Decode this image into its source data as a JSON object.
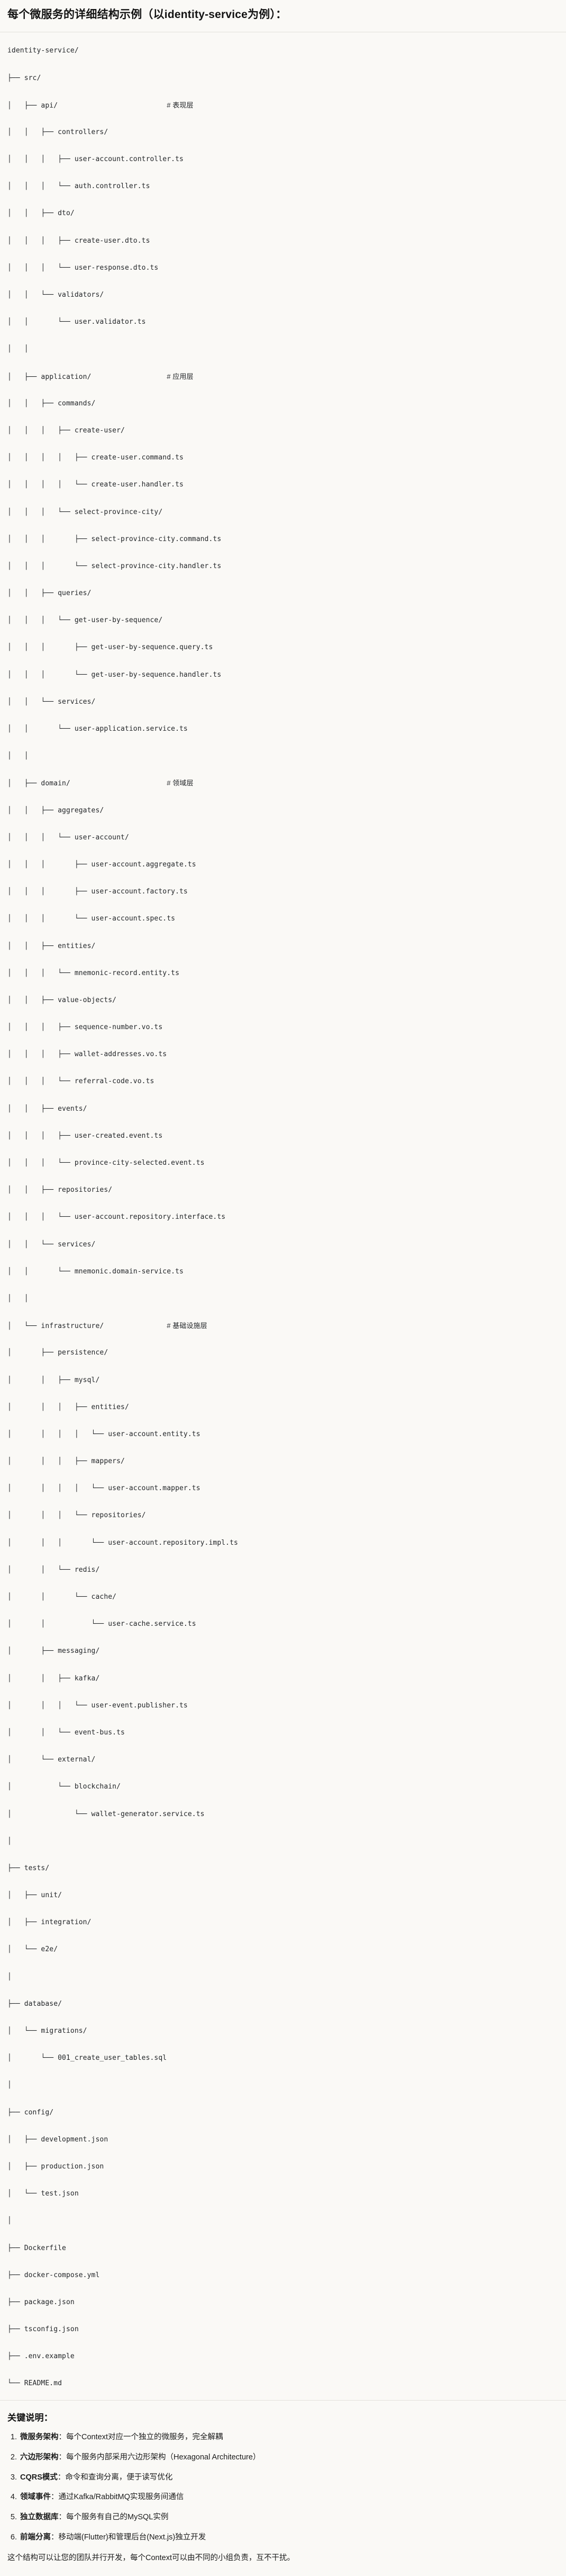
{
  "document": {
    "title": "每个微服务的详细结构示例（以identity-service为例）：",
    "root": "identity-service/"
  },
  "tree": {
    "lines": [
      "identity-service/",
      "├── src/",
      "│   ├── api/                          # 表现层",
      "│   │   ├── controllers/",
      "│   │   │   ├── user-account.controller.ts",
      "│   │   │   └── auth.controller.ts",
      "│   │   ├── dto/",
      "│   │   │   ├── create-user.dto.ts",
      "│   │   │   └── user-response.dto.ts",
      "│   │   └── validators/",
      "│   │       └── user.validator.ts",
      "│   │",
      "│   ├── application/                  # 应用层",
      "│   │   ├── commands/",
      "│   │   │   ├── create-user/",
      "│   │   │   │   ├── create-user.command.ts",
      "│   │   │   │   └── create-user.handler.ts",
      "│   │   │   └── select-province-city/",
      "│   │   │       ├── select-province-city.command.ts",
      "│   │   │       └── select-province-city.handler.ts",
      "│   │   ├── queries/",
      "│   │   │   └── get-user-by-sequence/",
      "│   │   │       ├── get-user-by-sequence.query.ts",
      "│   │   │       └── get-user-by-sequence.handler.ts",
      "│   │   └── services/",
      "│   │       └── user-application.service.ts",
      "│   │",
      "│   ├── domain/                       # 领域层",
      "│   │   ├── aggregates/",
      "│   │   │   └── user-account/",
      "│   │   │       ├── user-account.aggregate.ts",
      "│   │   │       ├── user-account.factory.ts",
      "│   │   │       └── user-account.spec.ts",
      "│   │   ├── entities/",
      "│   │   │   └── mnemonic-record.entity.ts",
      "│   │   ├── value-objects/",
      "│   │   │   ├── sequence-number.vo.ts",
      "│   │   │   ├── wallet-addresses.vo.ts",
      "│   │   │   └── referral-code.vo.ts",
      "│   │   ├── events/",
      "│   │   │   ├── user-created.event.ts",
      "│   │   │   └── province-city-selected.event.ts",
      "│   │   ├── repositories/",
      "│   │   │   └── user-account.repository.interface.ts",
      "│   │   └── services/",
      "│   │       └── mnemonic.domain-service.ts",
      "│   │",
      "│   └── infrastructure/               # 基础设施层",
      "│       ├── persistence/",
      "│       │   ├── mysql/",
      "│       │   │   ├── entities/",
      "│       │   │   │   └── user-account.entity.ts",
      "│       │   │   ├── mappers/",
      "│       │   │   │   └── user-account.mapper.ts",
      "│       │   │   └── repositories/",
      "│       │   │       └── user-account.repository.impl.ts",
      "│       │   └── redis/",
      "│       │       └── cache/",
      "│       │           └── user-cache.service.ts",
      "│       ├── messaging/",
      "│       │   ├── kafka/",
      "│       │   │   └── user-event.publisher.ts",
      "│       │   └── event-bus.ts",
      "│       └── external/",
      "│           └── blockchain/",
      "│               └── wallet-generator.service.ts",
      "│",
      "├── tests/",
      "│   ├── unit/",
      "│   ├── integration/",
      "│   └── e2e/",
      "│",
      "├── database/",
      "│   └── migrations/",
      "│       └── 001_create_user_tables.sql",
      "│",
      "├── config/",
      "│   ├── development.json",
      "│   ├── production.json",
      "│   └── test.json",
      "│",
      "├── Dockerfile",
      "├── docker-compose.yml",
      "├── package.json",
      "├── tsconfig.json",
      "├── .env.example",
      "└── README.md"
    ],
    "layer_comments": [
      {
        "path": "api/",
        "comment": "# 表现层"
      },
      {
        "path": "application/",
        "comment": "# 应用层"
      },
      {
        "path": "domain/",
        "comment": "# 领域层"
      },
      {
        "path": "infrastructure/",
        "comment": "# 基础设施层"
      }
    ]
  },
  "notes": {
    "heading": "关键说明：",
    "items": [
      {
        "key": "微服务架构",
        "sep": "：",
        "value": "每个Context对应一个独立的微服务，完全解耦"
      },
      {
        "key": "六边形架构",
        "sep": "：",
        "value": "每个服务内部采用六边形架构（Hexagonal Architecture）"
      },
      {
        "key": "CQRS模式",
        "sep": "：",
        "value": "命令和查询分离，便于读写优化"
      },
      {
        "key": "领域事件",
        "sep": "：",
        "value": "通过Kafka/RabbitMQ实现服务间通信"
      },
      {
        "key": "独立数据库",
        "sep": "：",
        "value": "每个服务有自己的MySQL实例"
      },
      {
        "key": "前端分离",
        "sep": "：",
        "value": "移动端(Flutter)和管理后台(Next.js)独立开发"
      }
    ],
    "closing": "这个结构可以让您的团队并行开发，每个Context可以由不同的小组负责，互不干扰。"
  }
}
